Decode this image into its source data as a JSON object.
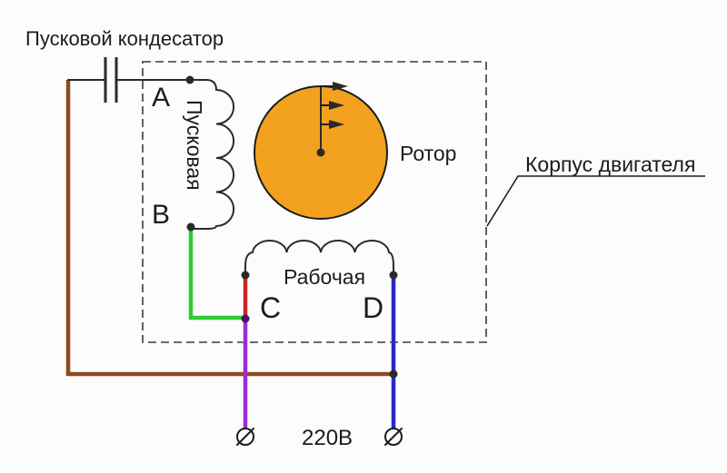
{
  "diagram": {
    "title": "Пусковой кондесатор",
    "housing_label": "Корпус двигателя",
    "rotor_label": "Ротор",
    "starting_winding_label": "Пусковая",
    "running_winding_label": "Рабочая",
    "voltage_label": "220В",
    "nodes": {
      "a": "A",
      "b": "B",
      "c": "C",
      "d": "D"
    }
  },
  "colors": {
    "rotor_fill": "#F2A21E",
    "outline": "#1c1c1c",
    "wire_black": "#2a2a2a",
    "wire_brown": "#8F4A1D",
    "wire_green": "#2FCC2F",
    "wire_red": "#CC2222",
    "wire_purple": "#9C2BD6",
    "wire_blue": "#2929C4",
    "dashed_border": "#3c3c3c",
    "junction_dark": "#44175c",
    "text": "#1c1c1c"
  }
}
